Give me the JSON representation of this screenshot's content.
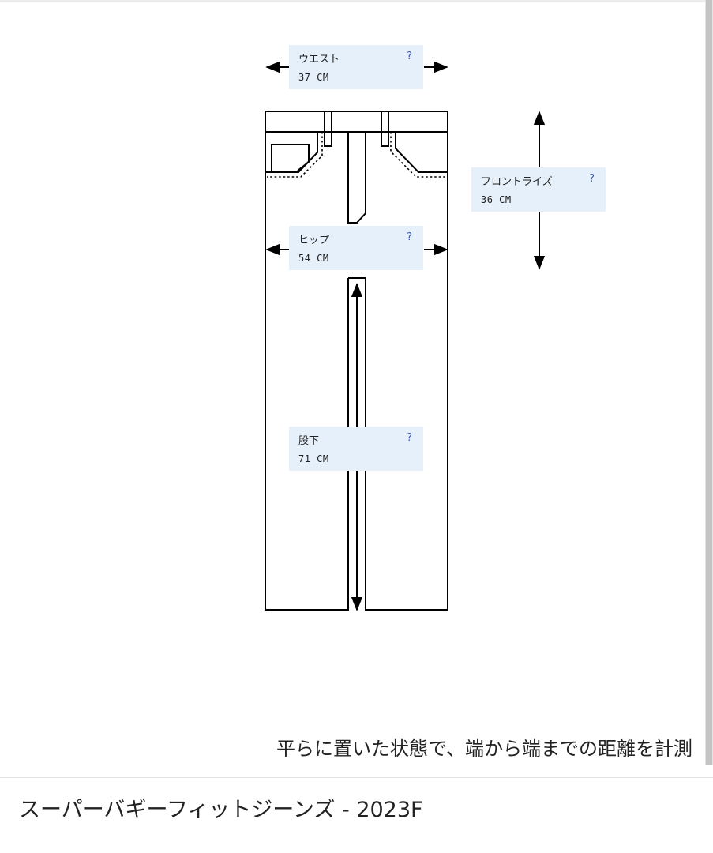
{
  "measurements": {
    "waist": {
      "label": "ウエスト",
      "value": "37 CM",
      "help": "?"
    },
    "front_rise": {
      "label": "フロントライズ",
      "value": "36 CM",
      "help": "?"
    },
    "hip": {
      "label": "ヒップ",
      "value": "54 CM",
      "help": "?"
    },
    "inseam": {
      "label": "股下",
      "value": "71 CM",
      "help": "?"
    }
  },
  "note": "平らに置いた状態で、端から端までの距離を計測",
  "product": {
    "title": "スーパーバギーフィットジーンズ - 2023F"
  }
}
